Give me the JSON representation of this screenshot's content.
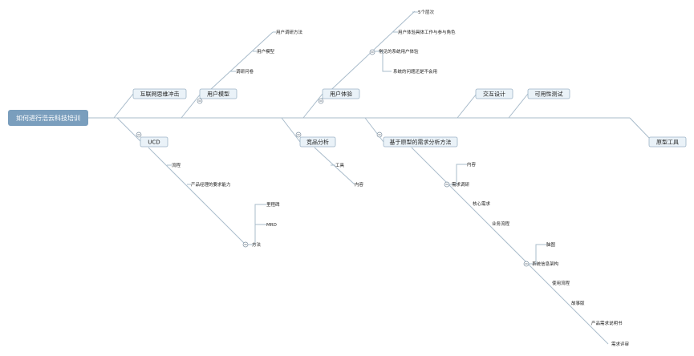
{
  "root": {
    "label": "如何进行浩云科技培训"
  },
  "top_branches": [
    {
      "id": "internet",
      "label": "互联网思维冲击",
      "children": []
    },
    {
      "id": "user_model",
      "label": "用户模型",
      "children": [
        "调研问卷",
        "用户模型",
        "用户调研方法"
      ]
    },
    {
      "id": "ux",
      "label": "用户体验",
      "children": [
        "系统的问题还是不会用",
        "常见的系统用户体验",
        "用户体验具体工作与参与角色",
        "5个层次"
      ]
    },
    {
      "id": "interaction",
      "label": "交互设计",
      "children": []
    },
    {
      "id": "usability",
      "label": "可用性测试",
      "children": []
    }
  ],
  "bottom_branches": [
    {
      "id": "ucd",
      "label": "UCD",
      "children": [
        "流程",
        "产品经理的要求能力",
        "方法"
      ],
      "sub": {
        "方法": [
          "里程碑",
          "MRD"
        ]
      }
    },
    {
      "id": "competitor",
      "label": "竞品分析",
      "children": [
        "工具",
        "内容"
      ]
    },
    {
      "id": "prototype",
      "label": "基于原型的需求分析方法",
      "children": [
        "需求调研",
        "核心需求",
        "业务流程",
        "系统信息架构",
        "使用流程",
        "故事版",
        "产品需求说明书",
        "需求评审"
      ],
      "sub": {
        "需求调研": [
          "内容"
        ],
        "系统信息架构": [
          "脑图"
        ]
      }
    },
    {
      "id": "tools",
      "label": "原型工具",
      "children": []
    }
  ],
  "colors": {
    "line": "#a9bccb",
    "root_fill": "#7a9ebd",
    "node_fill": "#eaf2f8",
    "node_border": "#9db4c6"
  }
}
